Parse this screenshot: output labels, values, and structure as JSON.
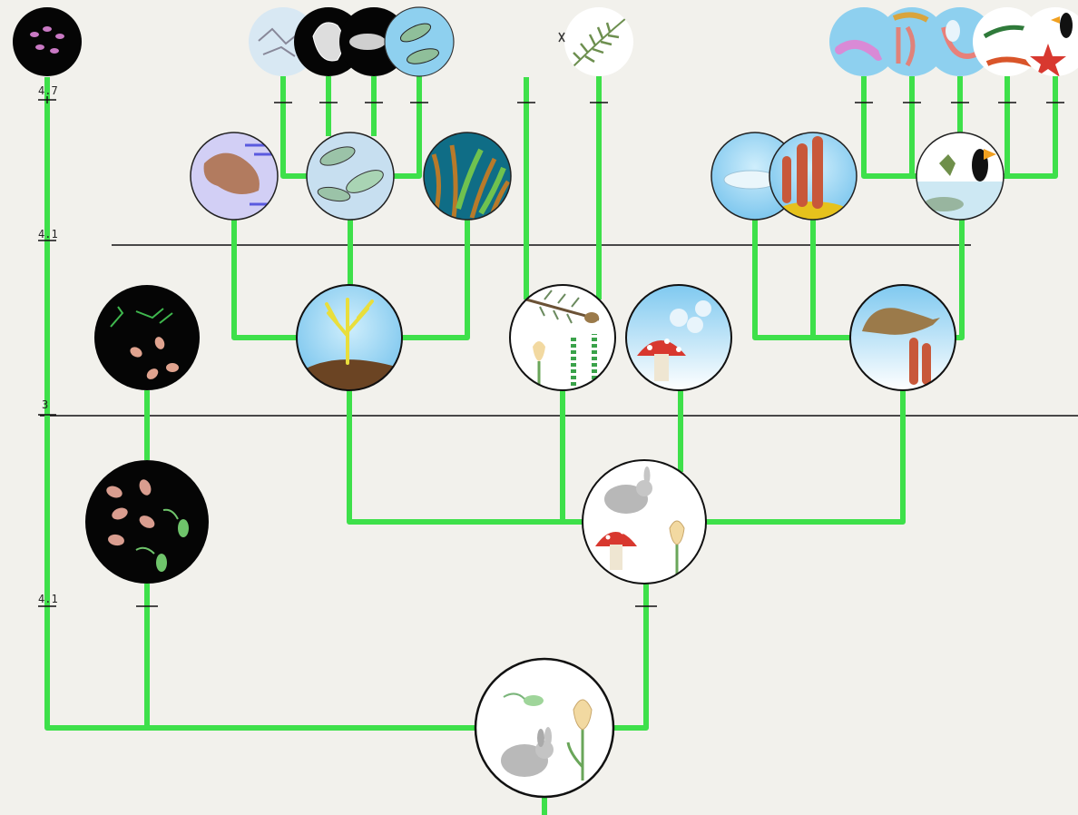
{
  "colors": {
    "background": "#f2f1ec",
    "branch": "#3ee04a",
    "rule": "#111111",
    "node_dark": "#050505",
    "node_sky": "#86cdf0",
    "node_white": "#ffffff",
    "node_ocean": "#0f6d86"
  },
  "era_markers": [
    "4.7",
    "4.1",
    "3",
    "4.1"
  ],
  "nodes": [
    {
      "id": "root",
      "icon": "rabbit-tulip-sperm",
      "theme": "white"
    },
    {
      "id": "sperm-cells",
      "icon": "sperm-cells",
      "theme": "dark"
    },
    {
      "id": "multicellular-cells",
      "icon": "cells-filaments",
      "theme": "dark"
    },
    {
      "id": "opisthokont",
      "icon": "rabbit-mushroom-tulip",
      "theme": "white"
    },
    {
      "id": "land-plant",
      "icon": "tree-on-soil",
      "theme": "sky"
    },
    {
      "id": "seed-plant",
      "icon": "pine-tulip-moss",
      "theme": "white"
    },
    {
      "id": "fungi",
      "icon": "mushroom",
      "theme": "sky"
    },
    {
      "id": "animal",
      "icon": "platypus-sponge",
      "theme": "sky"
    },
    {
      "id": "mollusc",
      "icon": "mollusc",
      "theme": "lavender"
    },
    {
      "id": "protists",
      "icon": "paramecia",
      "theme": "sky"
    },
    {
      "id": "seaweed",
      "icon": "seaweed",
      "theme": "ocean"
    },
    {
      "id": "placozoa",
      "icon": "placozoa",
      "theme": "sky"
    },
    {
      "id": "sponges",
      "icon": "red-sponges",
      "theme": "sky"
    },
    {
      "id": "bilaterians",
      "icon": "toucan-fish",
      "theme": "sky"
    },
    {
      "id": "diatom",
      "icon": "diatoms",
      "theme": "pale"
    },
    {
      "id": "amoeba",
      "icon": "amoeba-xray",
      "theme": "dark"
    },
    {
      "id": "flagellate",
      "icon": "flagellate",
      "theme": "dark"
    },
    {
      "id": "ciliate",
      "icon": "ciliates",
      "theme": "sky"
    },
    {
      "id": "fern",
      "icon": "fern",
      "theme": "white"
    },
    {
      "id": "rotifer",
      "icon": "worm-purple",
      "theme": "sky"
    },
    {
      "id": "annelid",
      "icon": "worm-yellow",
      "theme": "sky"
    },
    {
      "id": "nematode",
      "icon": "worm-pink",
      "theme": "sky"
    },
    {
      "id": "arthropod",
      "icon": "lizard-worm",
      "theme": "sky"
    },
    {
      "id": "echinoderm",
      "icon": "starfish-toucan",
      "theme": "sky"
    },
    {
      "id": "top-cells",
      "icon": "purple-cells",
      "theme": "dark"
    }
  ]
}
